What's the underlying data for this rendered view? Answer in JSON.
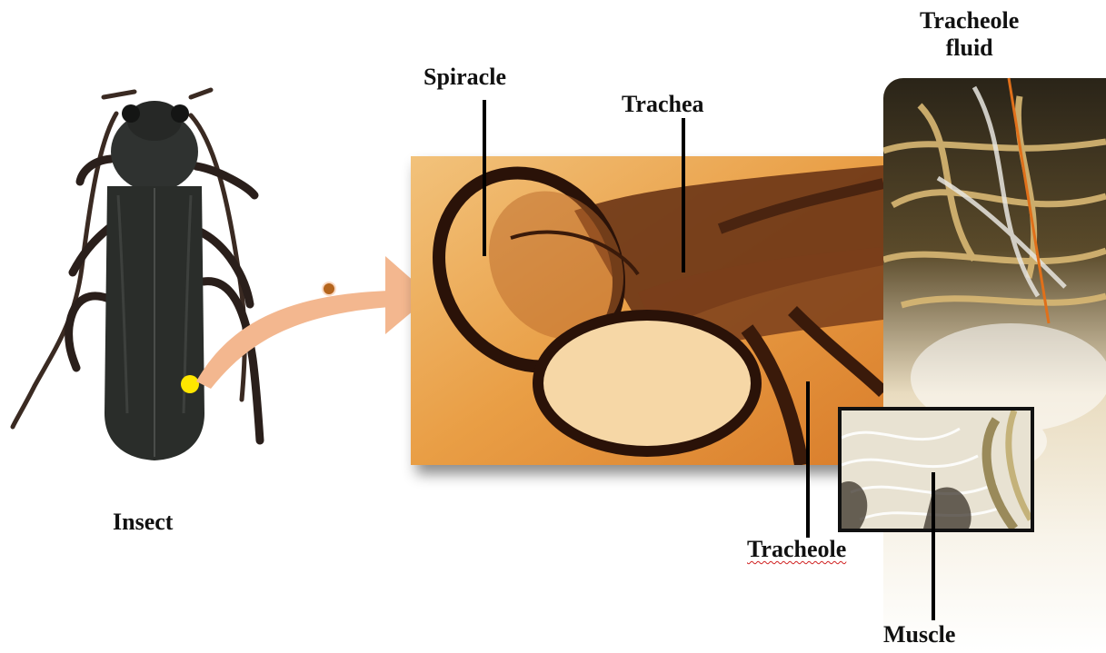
{
  "labels": {
    "insect": "Insect",
    "spiracle": "Spiracle",
    "trachea": "Trachea",
    "tracheole_fluid_line1": "Tracheole",
    "tracheole_fluid_line2": "fluid",
    "tracheole": "Tracheole",
    "muscle": "Muscle"
  },
  "colors": {
    "arrow_fill": "#f3b78f",
    "arrow_dot": "#b5651d",
    "marker_dot": "#ffe600",
    "leader_line": "#000000",
    "fluid_leader_line": "#e0701a",
    "micrograph_bg": "#e9a44e",
    "beetle_body": "#2a2d2a"
  },
  "icons": {
    "insect_photo": "longhorn-beetle-photo",
    "trachea_micrograph": "spiracle-trachea-micrograph",
    "tracheole_photo": "tracheole-fluid-photo",
    "muscle_inset": "muscle-tracheole-inset"
  }
}
